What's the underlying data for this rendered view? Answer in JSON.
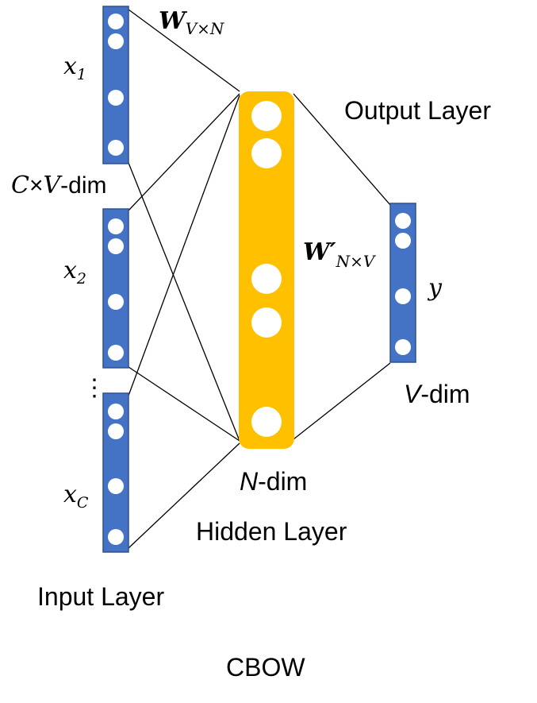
{
  "colors": {
    "input_bar": "#4472c4",
    "hidden_bar": "#ffc000",
    "node": "#ffffff",
    "line": "#000000"
  },
  "labels": {
    "x1_base": "x",
    "x1_sub": "1",
    "x2_base": "x",
    "x2_sub": "2",
    "xc_base": "x",
    "xc_sub": "C",
    "dots": "⋮",
    "cv_dim_C": "C",
    "cv_dim_times": "×",
    "cv_dim_V": "V",
    "cv_dim_suffix": "-dim",
    "w_in_base": "W",
    "w_in_sub": "V×N",
    "w_out_base": "W′",
    "w_out_sub": "N×V",
    "y": "y",
    "output_layer": "Output Layer",
    "v_dim_V": "V",
    "v_dim_suffix": "-dim",
    "n_dim_N": "N",
    "n_dim_suffix": "-dim",
    "hidden_layer": "Hidden Layer",
    "input_layer": "Input Layer",
    "caption": "CBOW"
  }
}
